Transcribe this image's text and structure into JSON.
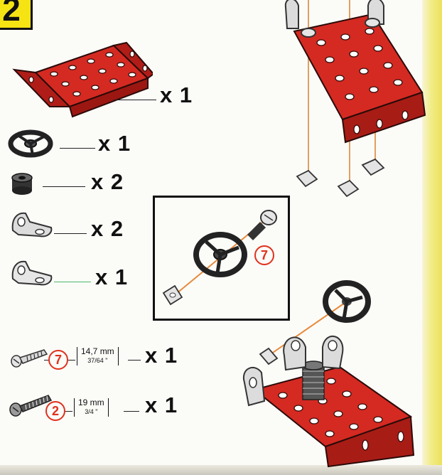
{
  "step": {
    "number": "2"
  },
  "parts_list": [
    {
      "name": "flanged-plate",
      "quantity": "x 1"
    },
    {
      "name": "wheel",
      "quantity": "x 1"
    },
    {
      "name": "collar",
      "quantity": "x 2"
    },
    {
      "name": "angle-bracket",
      "quantity": "x 2"
    },
    {
      "name": "angle-bracket-single",
      "quantity": "x 1"
    }
  ],
  "screws": [
    {
      "ref": "7",
      "length_mm": "14,7 mm",
      "length_in": "37/64 \"",
      "quantity": "x 1"
    },
    {
      "ref": "2",
      "length_mm": "19 mm",
      "length_in": "3/4 \"",
      "quantity": "x 1"
    }
  ],
  "callout": {
    "ref": "7"
  },
  "colors": {
    "accent_red": "#e0311c",
    "part_red": "#d42a22",
    "badge_yellow": "#f6e313",
    "steel": "#c9c9c9"
  }
}
